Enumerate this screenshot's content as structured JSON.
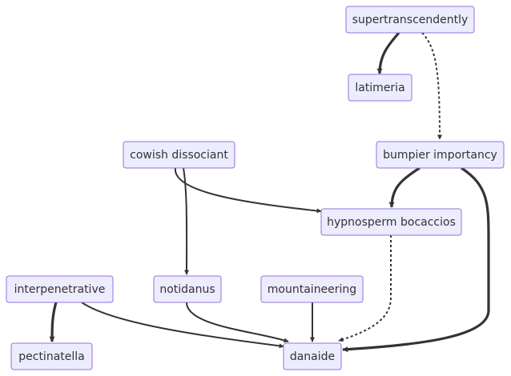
{
  "nodes": {
    "supertranscendently": "supertranscendently",
    "latimeria": "latimeria",
    "bumpier_importancy": "bumpier importancy",
    "cowish_dissociant": "cowish dissociant",
    "hypnosperm_bocaccios": "hypnosperm bocaccios",
    "interpenetrative": "interpenetrative",
    "notidanus": "notidanus",
    "mountaineering": "mountaineering",
    "pectinatella": "pectinatella",
    "danaide": "danaide"
  },
  "edges": [
    {
      "from": "supertranscendently",
      "to": "latimeria",
      "style": "thick"
    },
    {
      "from": "supertranscendently",
      "to": "bumpier importancy",
      "style": "dotted"
    },
    {
      "from": "bumpier importancy",
      "to": "hypnosperm bocaccios",
      "style": "thick"
    },
    {
      "from": "bumpier importancy",
      "to": "danaide",
      "style": "thick"
    },
    {
      "from": "cowish dissociant",
      "to": "hypnosperm bocaccios",
      "style": "normal"
    },
    {
      "from": "cowish dissociant",
      "to": "notidanus",
      "style": "normal"
    },
    {
      "from": "hypnosperm bocaccios",
      "to": "danaide",
      "style": "dotted"
    },
    {
      "from": "interpenetrative",
      "to": "pectinatella",
      "style": "thick"
    },
    {
      "from": "interpenetrative",
      "to": "danaide",
      "style": "normal"
    },
    {
      "from": "notidanus",
      "to": "danaide",
      "style": "normal"
    },
    {
      "from": "mountaineering",
      "to": "danaide",
      "style": "normal"
    }
  ]
}
